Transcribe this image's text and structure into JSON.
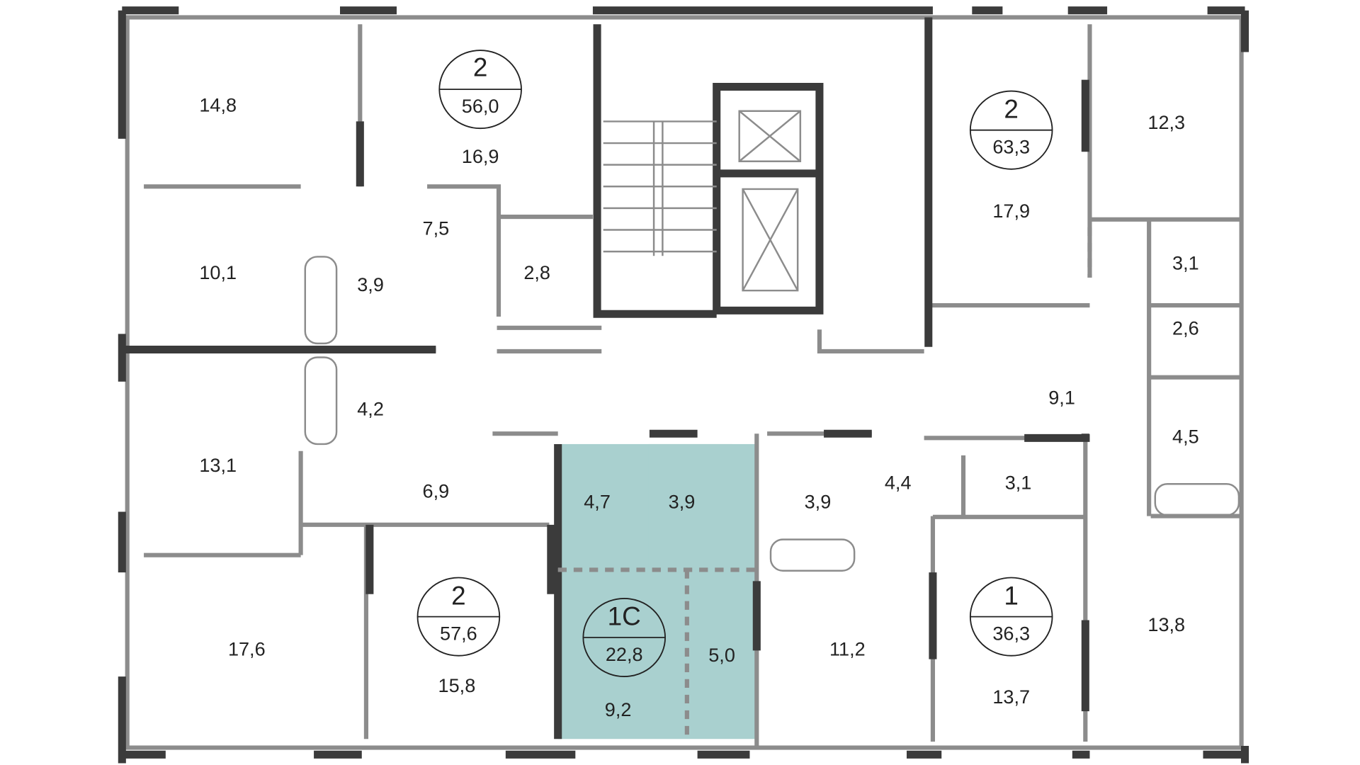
{
  "colors": {
    "highlight": "#a9d0cf",
    "wall_dark": "#3b3b3b",
    "wall_light": "#8c8c8c"
  },
  "apartments": [
    {
      "rooms": "2",
      "area": "56,0"
    },
    {
      "rooms": "2",
      "area": "63,3"
    },
    {
      "rooms": "2",
      "area": "57,6"
    },
    {
      "rooms": "1С",
      "area": "22,8",
      "highlighted": true
    },
    {
      "rooms": "1",
      "area": "36,3"
    }
  ],
  "rooms": [
    "14,8",
    "16,9",
    "7,5",
    "10,1",
    "3,9",
    "2,8",
    "4,2",
    "13,1",
    "6,9",
    "4,7",
    "3,9",
    "3,9",
    "4,4",
    "3,1",
    "17,6",
    "15,8",
    "9,2",
    "5,0",
    "11,2",
    "13,7",
    "13,8",
    "17,9",
    "12,3",
    "3,1",
    "2,6",
    "9,1",
    "4,5"
  ]
}
